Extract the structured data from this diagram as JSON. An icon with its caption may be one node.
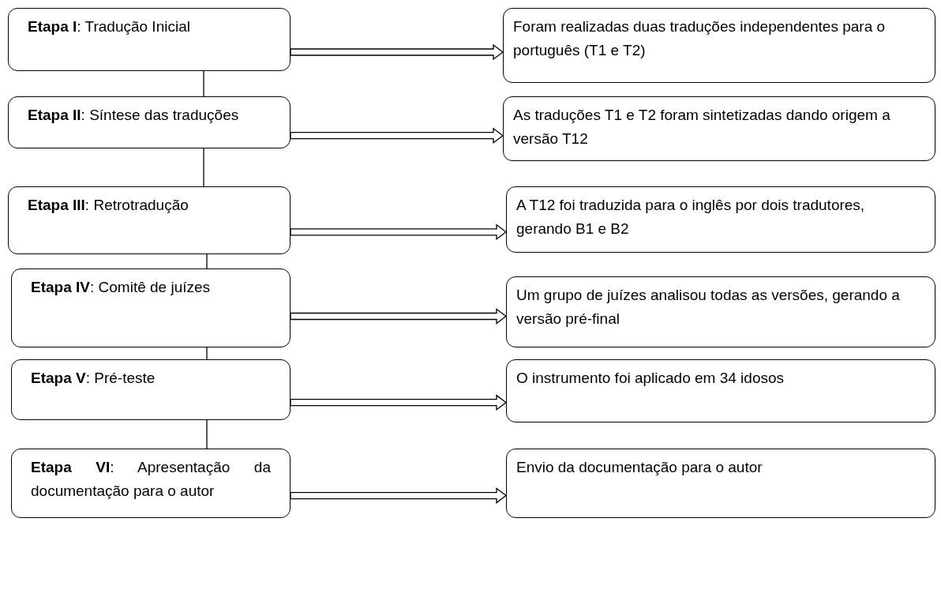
{
  "diagram": {
    "nodes": [
      {
        "text": [
          "**Etapa I**: Tradução Inicial"
        ]
      },
      {
        "text": [
          "Foram realizadas duas traduções independentes para o português (T1 e T2)"
        ]
      },
      {
        "text": [
          "**Etapa II**: Síntese das traduções"
        ]
      },
      {
        "text": [
          "As traduções T1 e T2 foram sintetizadas dando origem a versão T12"
        ]
      },
      {
        "text": [
          "**Etapa III**: Retrotradução"
        ]
      },
      {
        "text": [
          "A T12 foi traduzida para o inglês por dois tradutores, gerando B1 e B2"
        ]
      },
      {
        "text": [
          "**Etapa IV**: Comitê de juízes"
        ]
      },
      {
        "text": [
          "Um grupo de juízes analisou todas as versões, gerando a versão pré-final"
        ]
      },
      {
        "text": [
          "**Etapa V**: Pré-teste"
        ]
      },
      {
        "text": [
          "O instrumento foi aplicado em 34 idosos"
        ]
      },
      {
        "text": [
          "**Etapa VI**: Apresentação da documentação para o autor"
        ]
      },
      {
        "text": [
          "Envio da documentação para o autor"
        ]
      }
    ],
    "edges": [
      {
        "from": 0,
        "to": 1,
        "arrow": "to"
      },
      {
        "from": 0,
        "to": 2,
        "arrow": "none"
      },
      {
        "from": 2,
        "to": 3,
        "arrow": "to"
      },
      {
        "from": 2,
        "to": 4,
        "arrow": "none"
      },
      {
        "from": 4,
        "to": 5,
        "arrow": "to"
      },
      {
        "from": 4,
        "to": 6,
        "arrow": "none"
      },
      {
        "from": 6,
        "to": 7,
        "arrow": "to"
      },
      {
        "from": 6,
        "to": 8,
        "arrow": "none"
      },
      {
        "from": 8,
        "to": 9,
        "arrow": "to"
      },
      {
        "from": 8,
        "to": 10,
        "arrow": "none"
      },
      {
        "from": 10,
        "to": 11,
        "arrow": "to"
      }
    ]
  }
}
